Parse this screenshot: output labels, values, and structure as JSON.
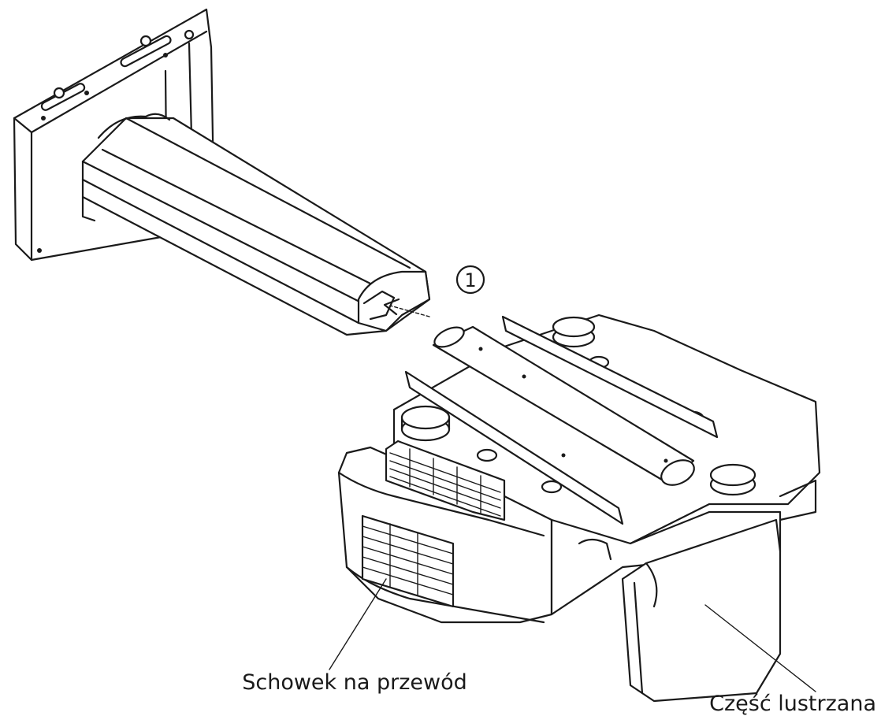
{
  "diagram": {
    "step_marker": "1",
    "labels": {
      "cable_cover": "Schowek na przewód",
      "mirror_part": "Część lustrzana"
    }
  }
}
